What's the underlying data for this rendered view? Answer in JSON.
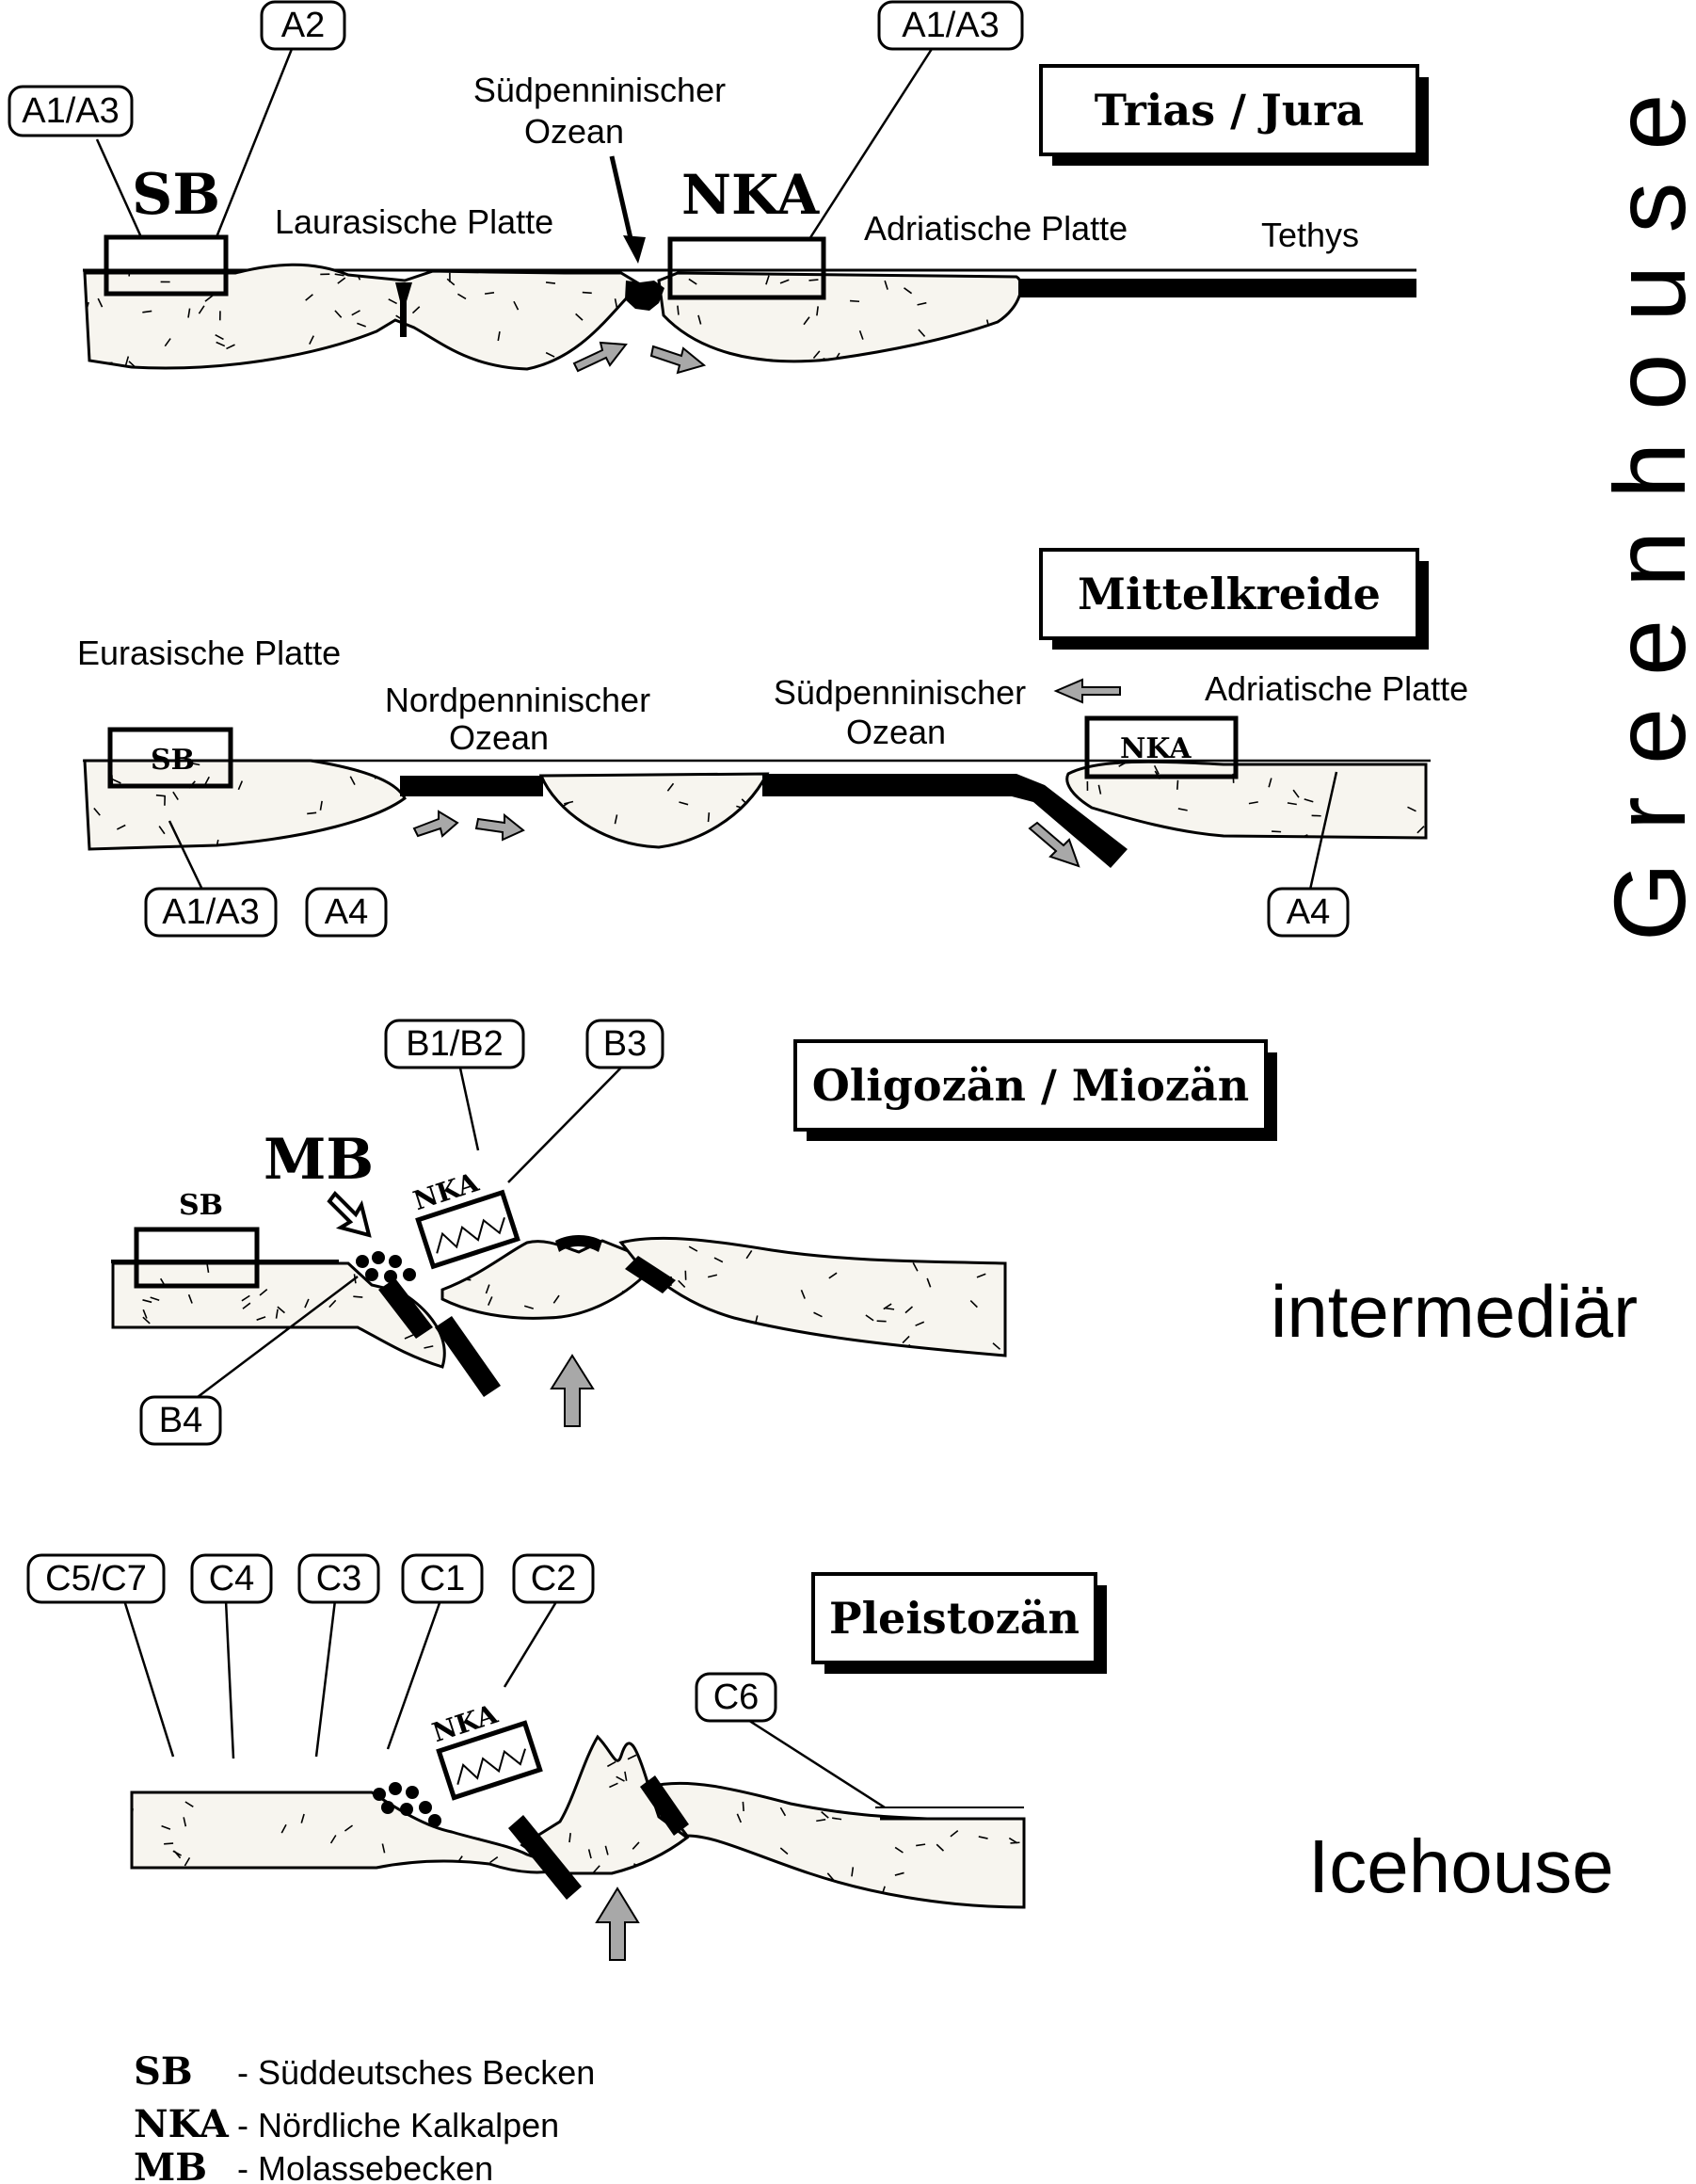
{
  "panels": {
    "trias": {
      "era": "Trias / Jura",
      "sb": "SB",
      "nka": "NKA",
      "tags": [
        "A1/A3",
        "A2",
        "A1/A3"
      ],
      "labels": {
        "laurasian": "Laurasische Platte",
        "ocean_line1": "Südpenninischer",
        "ocean_line2": "Ozean",
        "adriatic": "Adriatische Platte",
        "tethys": "Tethys"
      }
    },
    "kreide": {
      "era": "Mittelkreide",
      "sb": "SB",
      "nka": "NKA",
      "tags": [
        "A1/A3",
        "A4",
        "A4"
      ],
      "labels": {
        "eurasian": "Eurasische Platte",
        "north_line1": "Nordpenninischer",
        "north_line2": "Ozean",
        "south_line1": "Südpenninischer",
        "south_line2": "Ozean",
        "adriatic": "Adriatische Platte"
      }
    },
    "oligo": {
      "era": "Oligozän / Miozän",
      "sb": "SB",
      "nka": "NKA",
      "mb": "MB",
      "tags": [
        "B1/B2",
        "B3",
        "B4"
      ]
    },
    "pleisto": {
      "era": "Pleistozän",
      "nka": "NKA",
      "tags": [
        "C5/C7",
        "C4",
        "C3",
        "C1",
        "C2",
        "C6"
      ]
    }
  },
  "climate": {
    "greenhouse": "Greenhouse",
    "intermediate": "intermediär",
    "icehouse": "Icehouse"
  },
  "legend": [
    {
      "abbr": "SB",
      "text": "- Süddeutsches Becken"
    },
    {
      "abbr": "NKA",
      "text": "- Nördliche Kalkalpen"
    },
    {
      "abbr": "MB",
      "text": "- Molassebecken"
    }
  ]
}
